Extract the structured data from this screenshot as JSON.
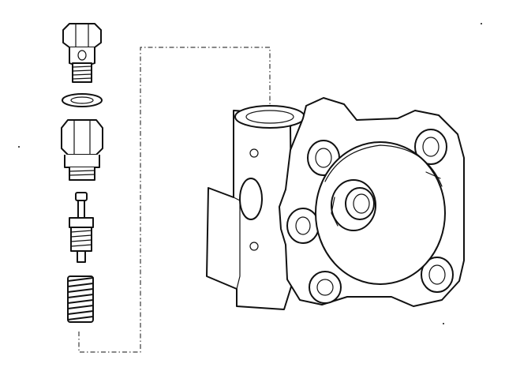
{
  "colors": {
    "background": "#ffffff",
    "ink": "#111111"
  },
  "parts": [
    {
      "name": "banjo-bolt",
      "icon": "hex-bolt-icon"
    },
    {
      "name": "sealing-washer",
      "icon": "washer-icon"
    },
    {
      "name": "union-fitting",
      "icon": "hex-union-icon"
    },
    {
      "name": "relief-valve-plunger",
      "icon": "valve-icon"
    },
    {
      "name": "spring",
      "icon": "coil-spring-icon"
    },
    {
      "name": "pump-housing",
      "icon": "pump-housing-icon"
    }
  ]
}
